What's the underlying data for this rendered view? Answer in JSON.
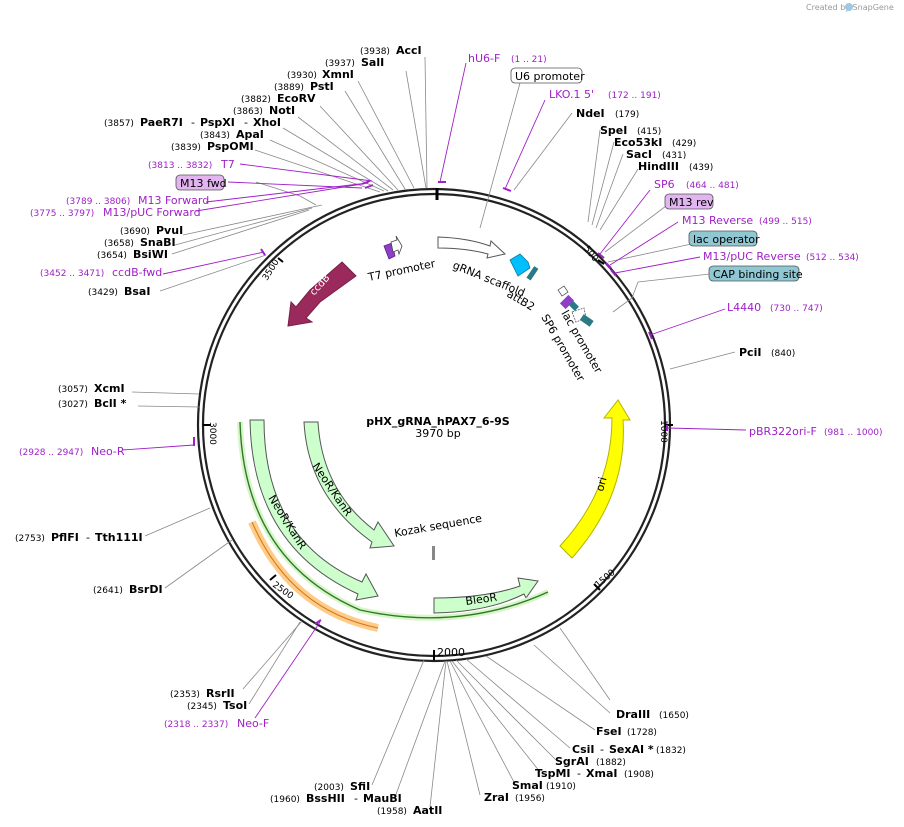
{
  "credit": "Created by SnapGene",
  "plasmid": {
    "name": "pHX_gRNA_hPAX7_6-9S",
    "size": "3970 bp"
  },
  "ticks": [
    "500",
    "1000",
    "1500",
    "2000",
    "2500",
    "3000",
    "3500"
  ],
  "sites": [
    {
      "pos": "(3938)",
      "name": "AccI"
    },
    {
      "pos": "(3937)",
      "name": "SalI"
    },
    {
      "pos": "(3930)",
      "name": "XmnI"
    },
    {
      "pos": "(3889)",
      "name": "PstI"
    },
    {
      "pos": "(3882)",
      "name": "EcoRV"
    },
    {
      "pos": "(3863)",
      "name": "NotI"
    },
    {
      "pos": "(3857)",
      "name": "PaeR7I",
      "name2": "PspXI",
      "name3": "XhoI"
    },
    {
      "pos": "(3843)",
      "name": "ApaI"
    },
    {
      "pos": "(3839)",
      "name": "PspOMI"
    },
    {
      "pos": "(3690)",
      "name": "PvuI"
    },
    {
      "pos": "(3658)",
      "name": "SnaBI"
    },
    {
      "pos": "(3654)",
      "name": "BsiWI"
    },
    {
      "pos": "(3429)",
      "name": "BsaI"
    },
    {
      "pos": "(3057)",
      "name": "XcmI"
    },
    {
      "pos": "(3027)",
      "name": "BclI *"
    },
    {
      "pos": "(2753)",
      "name": "PflFI",
      "name2": "Tth111I"
    },
    {
      "pos": "(2641)",
      "name": "BsrDI"
    },
    {
      "pos": "(2353)",
      "name": "RsrII"
    },
    {
      "pos": "(2345)",
      "name": "TsoI"
    },
    {
      "pos": "(2003)",
      "name": "SfiI"
    },
    {
      "pos": "(1960)",
      "name": "BssHII",
      "name2": "MauBI"
    },
    {
      "pos": "(1958)",
      "name": "AatII"
    },
    {
      "pos": "(1956)",
      "name": "ZraI"
    },
    {
      "pos": "(1910)",
      "name": "SmaI"
    },
    {
      "pos": "(1908)",
      "name": "TspMI",
      "name2": "XmaI"
    },
    {
      "pos": "(1882)",
      "name": "SgrAI"
    },
    {
      "pos": "(1832)",
      "name": "CsiI",
      "name2": "SexAI *"
    },
    {
      "pos": "(1728)",
      "name": "FseI"
    },
    {
      "pos": "(1650)",
      "name": "DraIII"
    },
    {
      "pos": "(840)",
      "name": "PciI"
    },
    {
      "pos": "(439)",
      "name": "HindIII"
    },
    {
      "pos": "(431)",
      "name": "SacI"
    },
    {
      "pos": "(429)",
      "name": "Eco53kI"
    },
    {
      "pos": "(415)",
      "name": "SpeI"
    },
    {
      "pos": "(179)",
      "name": "NdeI"
    }
  ],
  "primers": [
    {
      "name": "hU6-F",
      "range": "(1 .. 21)"
    },
    {
      "name": "LKO.1 5'",
      "range": "(172 .. 191)"
    },
    {
      "name": "SP6",
      "range": "(464 .. 481)"
    },
    {
      "name": "M13 Reverse",
      "range": "(499 .. 515)"
    },
    {
      "name": "M13/pUC Reverse",
      "range": "(512 .. 534)"
    },
    {
      "name": "L4440",
      "range": "(730 .. 747)"
    },
    {
      "name": "pBR322ori-F",
      "range": "(981 .. 1000)"
    },
    {
      "name": "Neo-F",
      "range": "(2318 .. 2337)"
    },
    {
      "name": "Neo-R",
      "range": "(2928 .. 2947)"
    },
    {
      "name": "ccdB-fwd",
      "range": "(3452 .. 3471)"
    },
    {
      "name": "M13/pUC Forward",
      "range": "(3775 .. 3797)"
    },
    {
      "name": "M13 Forward",
      "range": "(3789 .. 3806)"
    },
    {
      "name": "T7",
      "range": "(3813 .. 3832)"
    }
  ],
  "boxed": [
    "U6 promoter",
    "M13 rev",
    "lac operator",
    "CAP binding site",
    "M13 fwd"
  ],
  "features": {
    "ccdB": "ccdB",
    "t7promoter": "T7 promoter",
    "grna": "gRNA scaffold",
    "attb2": "attB2",
    "lacpromoter": "lac promoter",
    "sp6promoter": "SP6 promoter",
    "ori": "ori",
    "bleor": "BleoR",
    "neokan": "NeoR/KanR",
    "kozak": "Kozak sequence"
  },
  "colors": {
    "ccdB": "#9b2a5c",
    "ori": "#ffff00",
    "resistance": "#ccffcc",
    "resistanceStroke": "#2d7a2d",
    "primer": "#a020c8",
    "attb2": "#2a7a86",
    "grna": "#00bfff",
    "lacop": "#8fc7d2",
    "m13box": "#e3b5f0"
  }
}
